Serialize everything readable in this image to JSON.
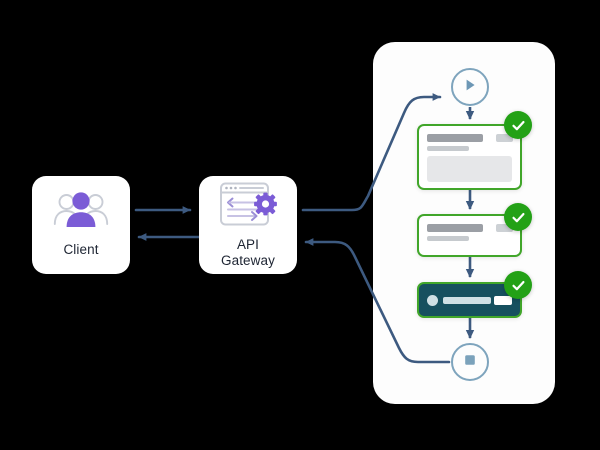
{
  "diagram": {
    "title": "API Gateway workflow diagram",
    "background_color": "#000000",
    "accent_purple": "#7b5cd6",
    "accent_green": "#41a62a",
    "badge_green": "#23a116",
    "arrow_blue": "#3d5a80",
    "dark_card": "#16505f",
    "circle_stroke": "#7ea4bd"
  },
  "nodes": {
    "client": {
      "label": "Client",
      "icon": "users-group-icon"
    },
    "gateway": {
      "label": "API\nGateway",
      "label_line1": "API",
      "label_line2": "Gateway",
      "icon": "browser-window-gear-icon"
    }
  },
  "panel": {
    "name": "workflow-panel",
    "start": {
      "icon": "play-icon",
      "label": ""
    },
    "end": {
      "icon": "stop-icon",
      "label": ""
    },
    "steps": [
      {
        "id": "step-1",
        "status": "success",
        "status_icon": "check-circle-icon",
        "style": "light",
        "has_body_block": true
      },
      {
        "id": "step-2",
        "status": "success",
        "status_icon": "check-circle-icon",
        "style": "light",
        "has_body_block": false
      },
      {
        "id": "step-3",
        "status": "success",
        "status_icon": "check-circle-icon",
        "style": "dark",
        "has_body_block": false
      }
    ]
  },
  "connectors": [
    {
      "id": "client-to-gateway",
      "direction": "right",
      "from": "client",
      "to": "gateway"
    },
    {
      "id": "gateway-to-client",
      "direction": "left",
      "from": "gateway",
      "to": "client"
    },
    {
      "id": "gateway-to-start",
      "direction": "right",
      "from": "gateway",
      "to": "start"
    },
    {
      "id": "end-to-gateway",
      "direction": "left",
      "from": "end",
      "to": "gateway"
    },
    {
      "id": "start-to-step-1",
      "direction": "down",
      "from": "start",
      "to": "step-1"
    },
    {
      "id": "step-1-to-step-2",
      "direction": "down",
      "from": "step-1",
      "to": "step-2"
    },
    {
      "id": "step-2-to-step-3",
      "direction": "down",
      "from": "step-2",
      "to": "step-3"
    },
    {
      "id": "step-3-to-end",
      "direction": "down",
      "from": "step-3",
      "to": "end"
    }
  ]
}
